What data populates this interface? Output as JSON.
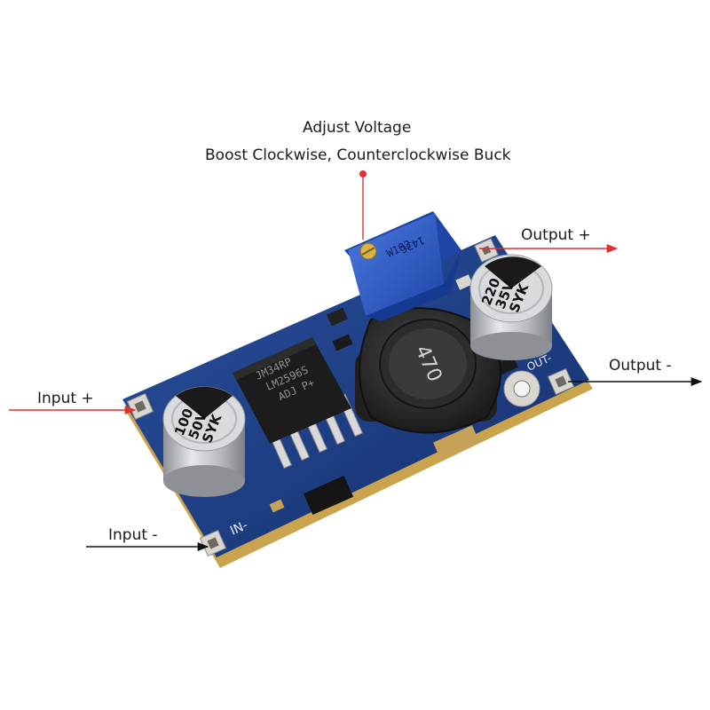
{
  "annotations": {
    "adjust_title": "Adjust Voltage",
    "adjust_desc": "Boost Clockwise, Counterclockwise Buck",
    "output_plus": "Output +",
    "output_minus": "Output -",
    "input_plus": "Input +",
    "input_minus": "Input -"
  },
  "board": {
    "silk_in": "IN-",
    "silk_out": "OUT-"
  },
  "components": {
    "input_cap": {
      "line1": "100",
      "line2": "50V",
      "line3": "SYK"
    },
    "output_cap": {
      "line1": "220",
      "line2": "35V",
      "line3": "SYK"
    },
    "inductor": {
      "marking": "470"
    },
    "ic": {
      "line1": "JM34RP",
      "line2": "LM2596S",
      "line3": "ADJ  P+"
    },
    "potentiometer": {
      "line1": "W103",
      "line2": "143C"
    }
  },
  "colors": {
    "board": "#1f3f86",
    "arrow_red": "#e03030",
    "arrow_black": "#111111",
    "pot_blue": "#2f5fc7",
    "cap_silver": "#c9ccd0"
  }
}
